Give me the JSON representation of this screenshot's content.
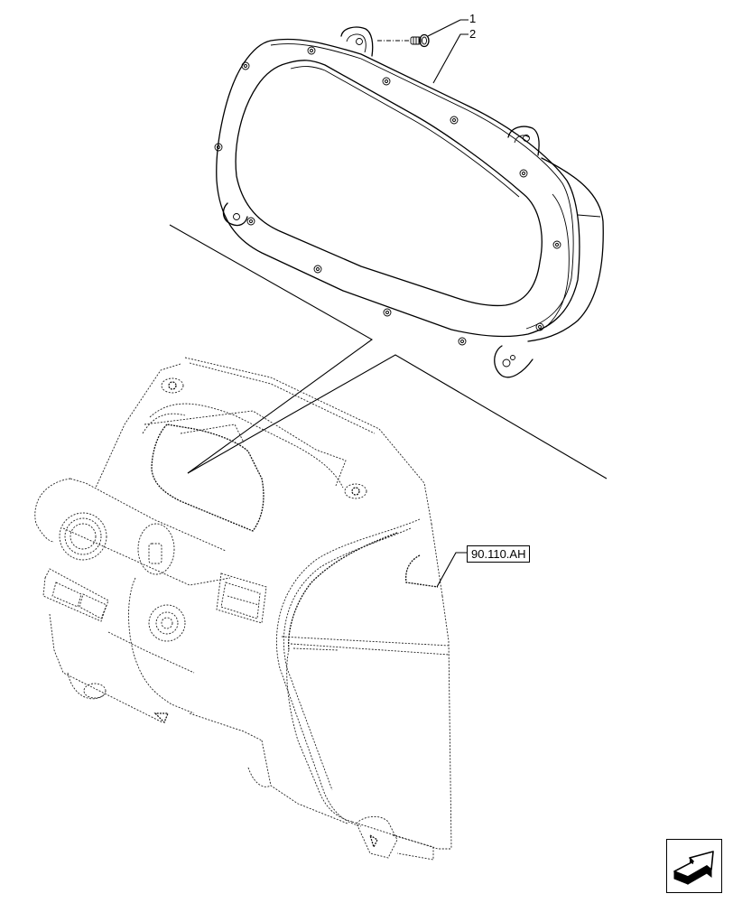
{
  "diagram": {
    "type": "exploded-parts-view",
    "subject": "instrument cluster assembly on dashboard console",
    "callouts": [
      {
        "number": "1",
        "part": "screw"
      },
      {
        "number": "2",
        "part": "instrument cluster"
      }
    ],
    "reference_link": {
      "label": "90.110.AH"
    },
    "navigation": {
      "icon": "arrow-jump-icon"
    },
    "colors": {
      "line": "#000000",
      "background": "#ffffff"
    }
  }
}
